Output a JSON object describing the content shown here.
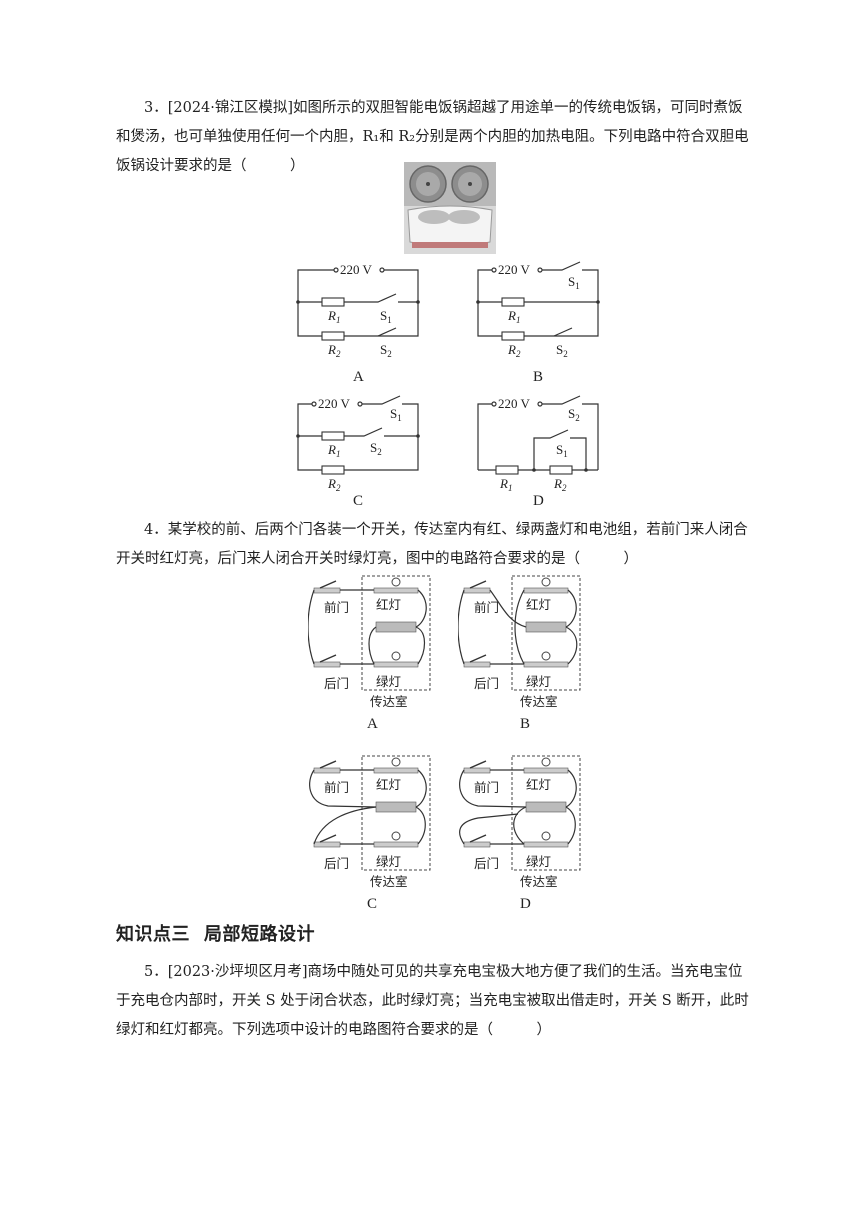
{
  "q3": {
    "text": "3．[2024·锦江区模拟]如图所示的双胆智能电饭锅超越了用途单一的传统电饭锅，可同时煮饭和煲汤，也可单独使用任何一个内胆，R₁和 R₂分别是两个内胆的加热电阻。下列电路中符合双胆电饭锅设计要求的是（　　　）",
    "voltage": "220 V",
    "r1": "R",
    "r2": "R",
    "s1": "S",
    "s2": "S",
    "sub1": "1",
    "sub2": "2",
    "options": [
      "A",
      "B",
      "C",
      "D"
    ]
  },
  "q4": {
    "text": "4．某学校的前、后两个门各装一个开关，传达室内有红、绿两盏灯和电池组，若前门来人闭合开关时红灯亮，后门来人闭合开关时绿灯亮，图中的电路符合要求的是（　　　）",
    "front_door": "前门",
    "back_door": "后门",
    "red_lamp": "红灯",
    "green_lamp": "绿灯",
    "room": "传达室",
    "options": [
      "A",
      "B",
      "C",
      "D"
    ]
  },
  "section": {
    "number": "知识点三",
    "title": "局部短路设计"
  },
  "q5": {
    "text": "5．[2023·沙坪坝区月考]商场中随处可见的共享充电宝极大地方便了我们的生活。当充电宝位于充电仓内部时，开关 S 处于闭合状态，此时绿灯亮；当充电宝被取出借走时，开关 S 断开，此时绿灯和红灯都亮。下列选项中设计的电路图符合要求的是（　　　）"
  }
}
